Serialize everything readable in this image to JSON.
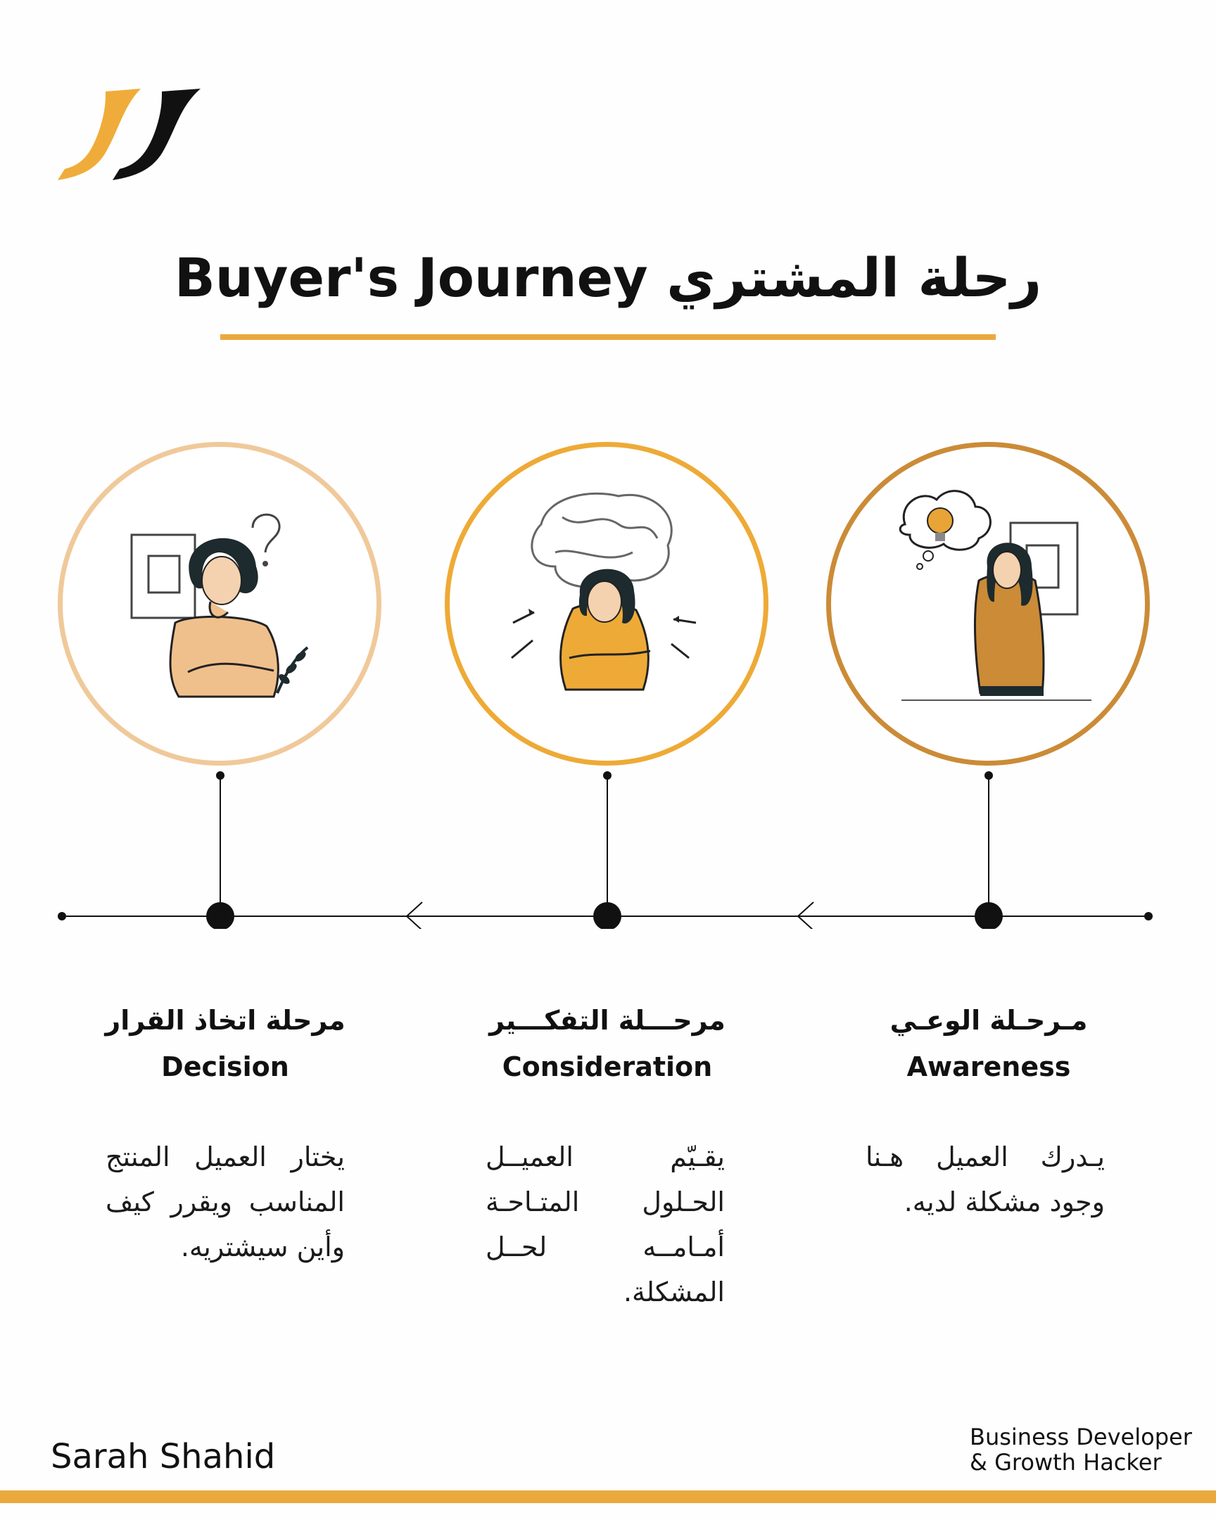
{
  "header": {
    "title": "Buyer's Journey رحلة المشتري"
  },
  "colors": {
    "accent": "#eaa93c",
    "decision_ring": "#f0c99a",
    "consideration_ring": "#eeaa36",
    "awareness_ring": "#cb8b37",
    "ink": "#111111"
  },
  "icons": {
    "logo": "brand-logo",
    "decision": "woman-thinking-question-icon",
    "consideration": "woman-confused-thoughts-icon",
    "awareness": "woman-lightbulb-idea-icon",
    "arrow": "chevron-left-icon"
  },
  "stages": [
    {
      "key": "decision",
      "title_ar": "مرحلة اتخاذ القرار",
      "title_en": "Decision",
      "desc": "يختار العميل المنتج المناسب ويقرر كيف وأين سيشتريه."
    },
    {
      "key": "consideration",
      "title_ar": "مرحـــلة التفكـــير",
      "title_en": "Consideration",
      "desc": "يقـيّم العميــل الحـلول المتـاحـة أمـامــه لحــل المشكلة."
    },
    {
      "key": "awareness",
      "title_ar": "مـرحـلة الوعـي",
      "title_en": "Awareness",
      "desc": "يـدرك العميل هـنا وجود مشكلة لديه."
    }
  ],
  "footer": {
    "author": "Sarah Shahid",
    "role_line1": "Business Developer",
    "role_line2": "& Growth Hacker"
  }
}
